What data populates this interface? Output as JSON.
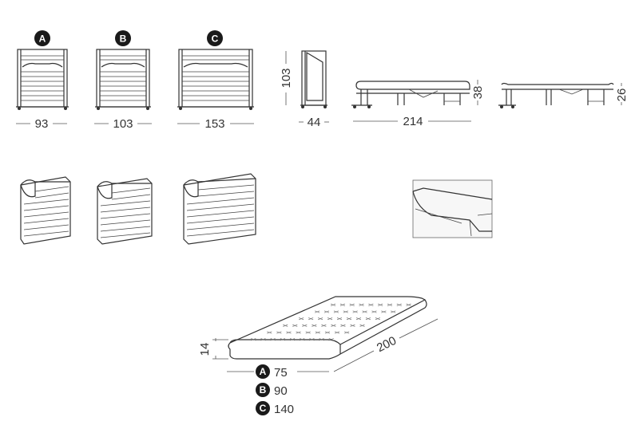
{
  "models": [
    {
      "letter": "A",
      "width": "93",
      "mattress_width": "75"
    },
    {
      "letter": "B",
      "width": "103",
      "mattress_width": "90"
    },
    {
      "letter": "C",
      "width": "153",
      "mattress_width": "140"
    }
  ],
  "folded": {
    "height": "103",
    "depth": "44"
  },
  "open": {
    "length": "214",
    "height": "38",
    "height_low": "26"
  },
  "mattress": {
    "length": "200",
    "thickness": "14"
  },
  "colors": {
    "line": "#333333",
    "badge": "#1a1a1a"
  }
}
